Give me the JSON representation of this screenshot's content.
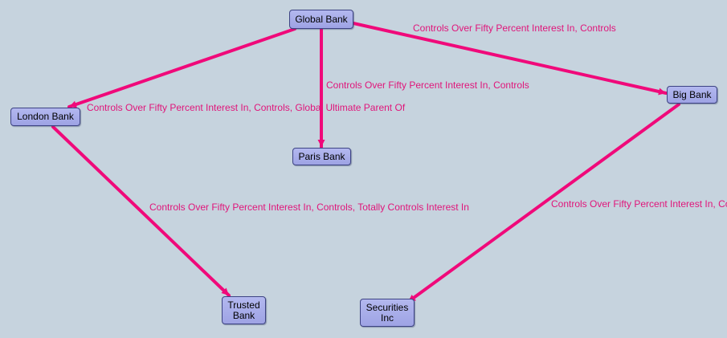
{
  "diagram": {
    "edge_color": "#f0097a",
    "label_color": "#e0157a",
    "background": "#c6d3de",
    "node_fill": "#a9aeeb",
    "nodes": [
      {
        "id": "global",
        "label": "Global Bank"
      },
      {
        "id": "london",
        "label": "London Bank"
      },
      {
        "id": "paris",
        "label": "Paris Bank"
      },
      {
        "id": "big",
        "label": "Big Bank"
      },
      {
        "id": "trusted",
        "label": "Trusted Bank"
      },
      {
        "id": "securities",
        "label": "Securities Inc"
      }
    ],
    "edges": [
      {
        "from": "global",
        "to": "big",
        "label": "Controls Over Fifty Percent Interest In, Controls"
      },
      {
        "from": "global",
        "to": "paris",
        "label": "Controls Over Fifty Percent Interest In, Controls"
      },
      {
        "from": "global",
        "to": "london",
        "label": "Controls Over Fifty Percent Interest In, Controls, Global Ultimate Parent Of"
      },
      {
        "from": "london",
        "to": "trusted",
        "label": "Controls Over Fifty Percent Interest In, Controls, Totally Controls Interest In"
      },
      {
        "from": "big",
        "to": "securities",
        "label": "Controls Over Fifty Percent Interest In, Controls"
      }
    ]
  }
}
